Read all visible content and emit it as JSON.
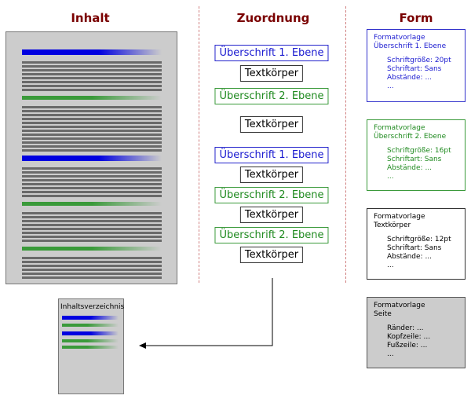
{
  "headers": {
    "content": "Inhalt",
    "mapping": "Zuordnung",
    "form": "Form"
  },
  "mapping_boxes": [
    {
      "label": "Überschrift 1. Ebene",
      "kind": "h1"
    },
    {
      "label": "Textkörper",
      "kind": "body"
    },
    {
      "label": "Überschrift 2. Ebene",
      "kind": "h2"
    },
    {
      "label": "Textkörper",
      "kind": "body"
    },
    {
      "label": "Überschrift 1. Ebene",
      "kind": "h1"
    },
    {
      "label": "Textkörper",
      "kind": "body"
    },
    {
      "label": "Überschrift 2. Ebene",
      "kind": "h2"
    },
    {
      "label": "Textkörper",
      "kind": "body"
    },
    {
      "label": "Überschrift 2. Ebene",
      "kind": "h2"
    },
    {
      "label": "Textkörper",
      "kind": "body"
    }
  ],
  "style_cards": [
    {
      "kind": "h1",
      "title1": "Formatvorlage",
      "title2": "Überschrift 1. Ebene",
      "props": [
        "Schriftgröße: 20pt",
        "Schriftart: Sans",
        "Abstände: ...",
        "..."
      ]
    },
    {
      "kind": "h2",
      "title1": "Formatvorlage",
      "title2": "Überschrift 2. Ebene",
      "props": [
        "Schriftgröße: 16pt",
        "Schriftart: Sans",
        "Abstände: ...",
        "..."
      ]
    },
    {
      "kind": "body",
      "title1": "Formatvorlage",
      "title2": "Textkörper",
      "props": [
        "Schriftgröße: 12pt",
        "Schriftart: Sans",
        "Abstände: ...",
        "..."
      ]
    },
    {
      "kind": "pg",
      "title1": "Formatvorlage",
      "title2": "Seite",
      "props": [
        "Ränder: ...",
        "Kopfzeile: ...",
        "Fußzeile: ...",
        "..."
      ]
    }
  ],
  "toc": {
    "title": "Inhaltsverzeichnis"
  },
  "colors": {
    "header": "#7a0000",
    "h1": "#0000e0",
    "h2": "#3a9a3a",
    "body_line": "#6a6a6a",
    "divider": "#d08080"
  }
}
